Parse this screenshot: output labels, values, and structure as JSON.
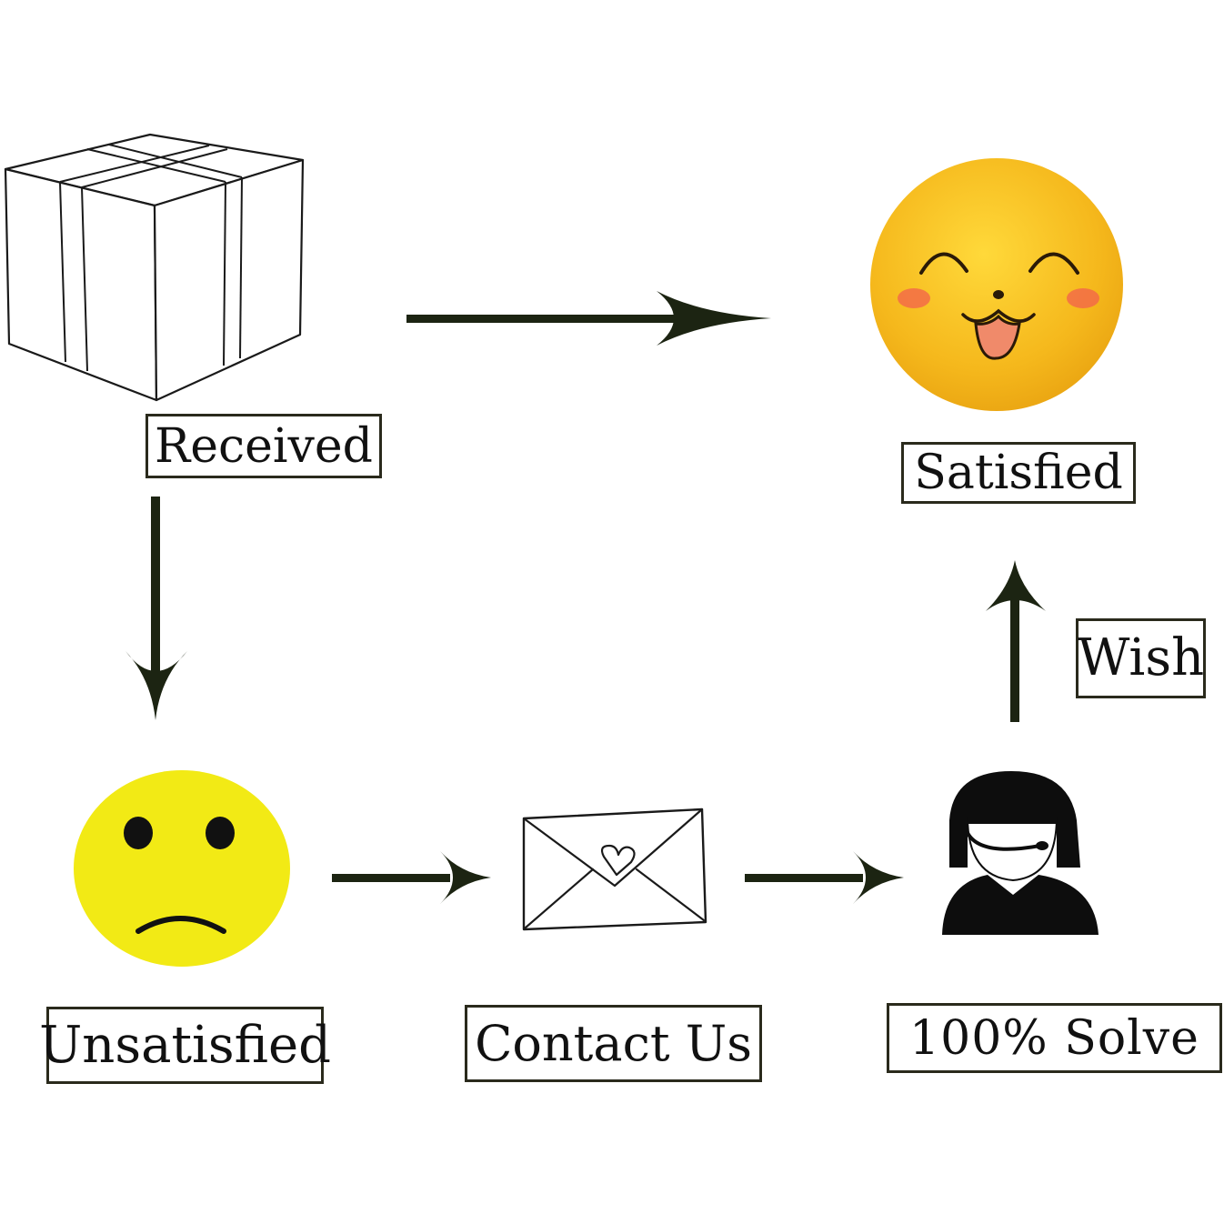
{
  "diagram": {
    "nodes": {
      "received": {
        "label": "Received",
        "icon": "package-box-icon"
      },
      "satisfied": {
        "label": "Satisfied",
        "icon": "happy-face-icon"
      },
      "unsatisfied": {
        "label": "Unsatisfied",
        "icon": "sad-face-icon"
      },
      "contact_us": {
        "label": "Contact Us",
        "icon": "envelope-heart-icon"
      },
      "solve": {
        "label": "100% Solve",
        "icon": "support-agent-headset-icon"
      }
    },
    "edges": [
      {
        "from": "received",
        "to": "satisfied",
        "label": ""
      },
      {
        "from": "received",
        "to": "unsatisfied",
        "label": ""
      },
      {
        "from": "unsatisfied",
        "to": "contact_us",
        "label": ""
      },
      {
        "from": "contact_us",
        "to": "solve",
        "label": ""
      },
      {
        "from": "solve",
        "to": "satisfied",
        "label": "Wish"
      }
    ],
    "colors": {
      "arrow": "#1c2412",
      "happy_face": "#f5b81c",
      "sad_face": "#f2ea15",
      "border": "#2a2a1c"
    }
  }
}
